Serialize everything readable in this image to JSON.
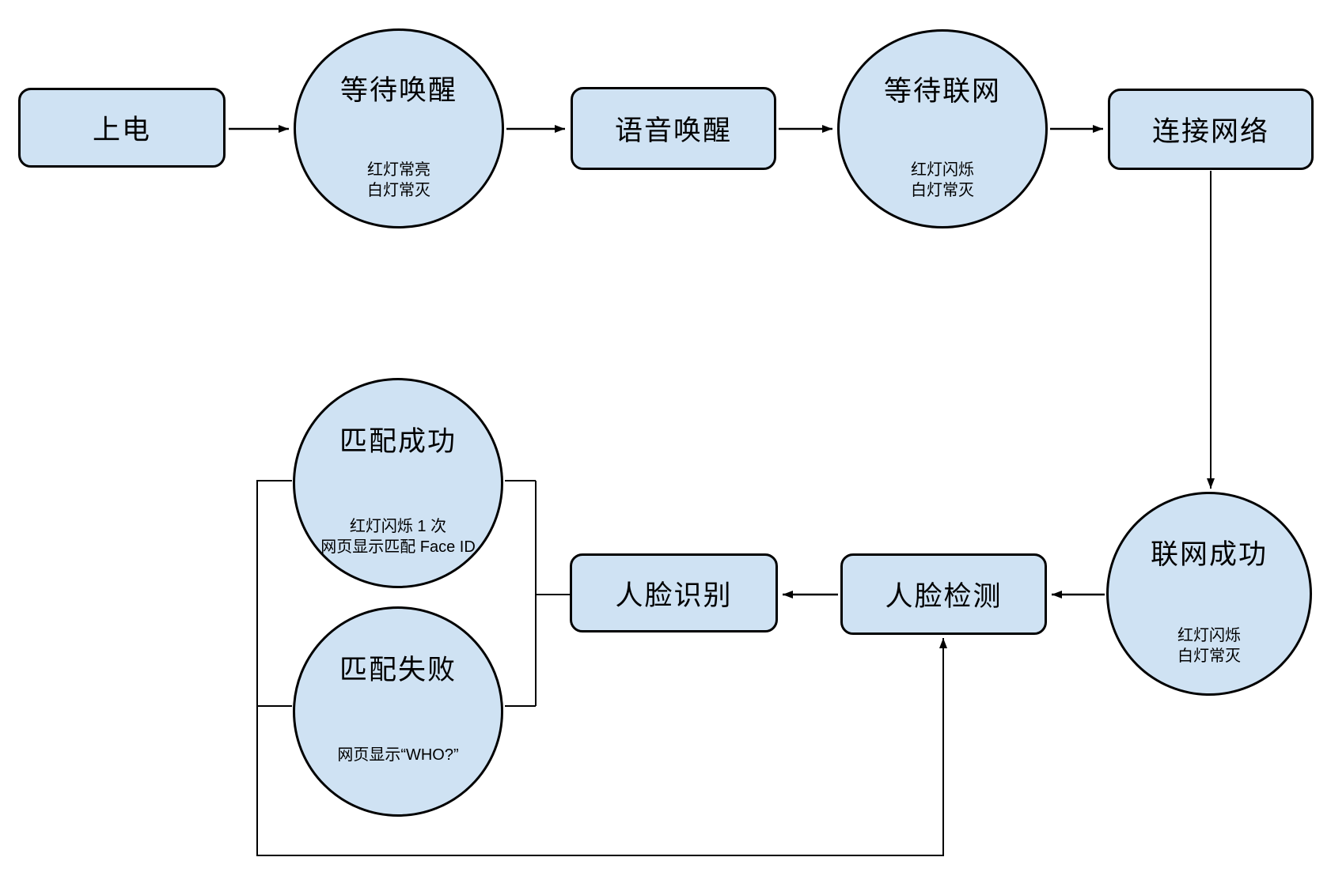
{
  "diagram": {
    "background_color": "#ffffff",
    "node_fill_color": "#cfe2f3",
    "node_stroke_color": "#000000",
    "nodes": {
      "power_on": {
        "label": "上电"
      },
      "wait_wake": {
        "label": "等待唤醒",
        "note1": "红灯常亮",
        "note2": "白灯常灭"
      },
      "voice_wake": {
        "label": "语音唤醒"
      },
      "wait_network": {
        "label": "等待联网",
        "note1": "红灯闪烁",
        "note2": "白灯常灭"
      },
      "connect_network": {
        "label": "连接网络"
      },
      "network_success": {
        "label": "联网成功",
        "note1": "红灯闪烁",
        "note2": "白灯常灭"
      },
      "face_detect": {
        "label": "人脸检测"
      },
      "face_recognize": {
        "label": "人脸识别"
      },
      "match_success": {
        "label": "匹配成功",
        "note1": "红灯闪烁 1 次",
        "note2": "网页显示匹配 Face ID"
      },
      "match_fail": {
        "label": "匹配失败",
        "note1": "网页显示“WHO?”"
      }
    }
  }
}
